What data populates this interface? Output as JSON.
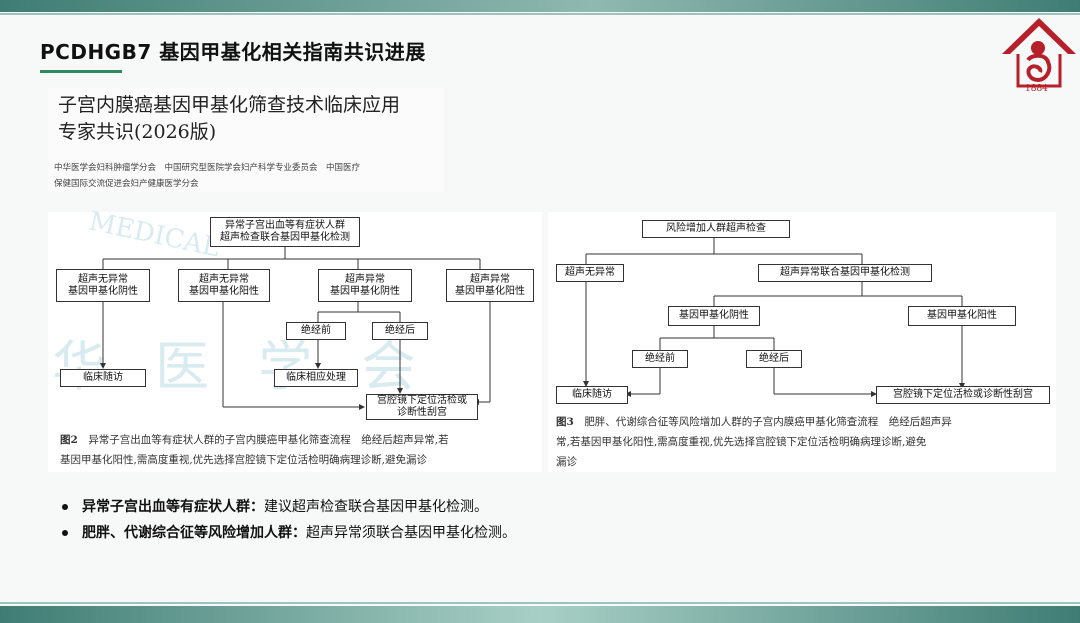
{
  "slide": {
    "title": "PCDHGB7 基因甲基化相关指南共识进展",
    "logo_year": "1884",
    "logo_color": "#b5202a"
  },
  "document": {
    "title_line1": "子宫内膜癌基因甲基化筛查技术临床应用",
    "title_line2": "专家共识(2026版)",
    "authors_line1": "中华医学会妇科肿瘤学分会　中国研究型医院学会妇产科学专业委员会　中国医疗",
    "authors_line2": "保健国际交流促进会妇产健康医学分会"
  },
  "figure2": {
    "watermark": "MEDICAL",
    "watermark_cjk": "华 医 学 会",
    "nodes": {
      "root": "异常子宫出血等有症状人群\n超声检查联合基因甲基化检测",
      "a1": "超声无异常\n基因甲基化阴性",
      "a2": "超声无异常\n基因甲基化阳性",
      "a3": "超声异常\n基因甲基化阴性",
      "a4": "超声异常\n基因甲基化阳性",
      "pre": "绝经前",
      "post": "绝经后",
      "follow": "临床随访",
      "treat": "临床相应处理",
      "biopsy": "宫腔镜下定位活检或\n诊断性刮宫"
    },
    "caption_label": "图2",
    "caption_line1": "异常子宫出血等有症状人群的子宫内膜癌甲基化筛查流程　绝经后超声异常,若",
    "caption_line2": "基因甲基化阳性,需高度重视,优先选择宫腔镜下定位活检明确病理诊断,避免漏诊"
  },
  "figure3": {
    "nodes": {
      "root": "风险增加人群超声检查",
      "n_normal": "超声无异常",
      "n_abn": "超声异常联合基因甲基化检测",
      "neg": "基因甲基化阴性",
      "pos": "基因甲基化阳性",
      "pre": "绝经前",
      "post": "绝经后",
      "follow": "临床随访",
      "biopsy": "宫腔镜下定位活检或诊断性刮宫"
    },
    "caption_label": "图3",
    "caption_line1": "肥胖、代谢综合征等风险增加人群的子宫内膜癌甲基化筛查流程　绝经后超声异",
    "caption_line2": "常,若基因甲基化阳性,需高度重视,优先选择宫腔镜下定位活检明确病理诊断,避免",
    "caption_line3": "漏诊"
  },
  "bullets": [
    {
      "term": "异常子宫出血等有症状人群",
      "sep": "：",
      "text": "建议超声检查联合基因甲基化检测。"
    },
    {
      "term": "肥胖、代谢综合征等风险增加人群",
      "sep": "：",
      "text": "超声异常须联合基因甲基化检测。"
    }
  ]
}
